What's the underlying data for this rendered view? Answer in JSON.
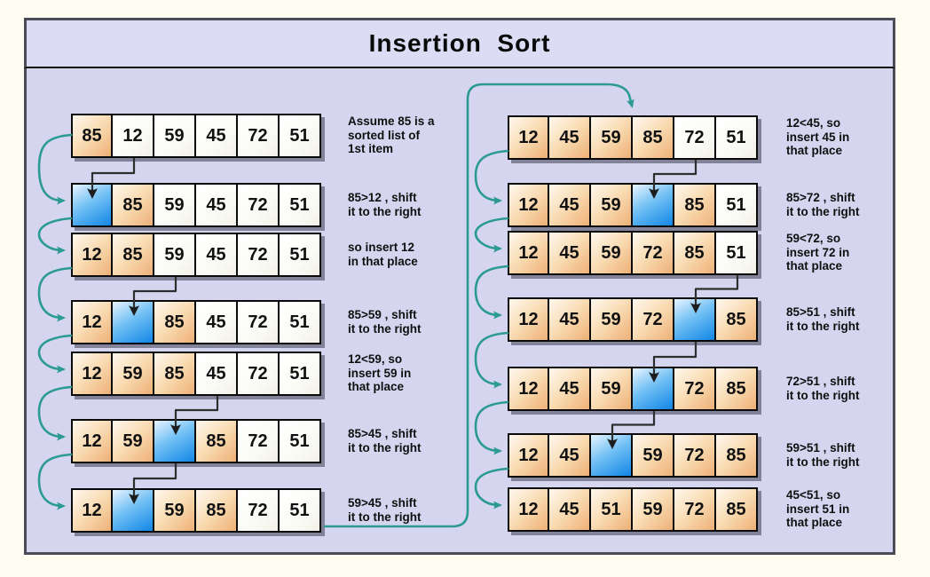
{
  "title": "Insertion  Sort",
  "colors": {
    "background_lavender": "#d5d5ef",
    "cell_orange": "#f2bd85",
    "cell_white": "#fbfbf6",
    "gap_blue": "#1186e6",
    "flow_arrow_teal": "#2b9a93",
    "shift_arrow_dark": "#222222",
    "frame_border": "#4c4c58"
  },
  "left": {
    "rows": [
      {
        "cells": [
          {
            "v": "85",
            "t": "sorted"
          },
          {
            "v": "12",
            "t": "plain"
          },
          {
            "v": "59",
            "t": "plain"
          },
          {
            "v": "45",
            "t": "plain"
          },
          {
            "v": "72",
            "t": "plain"
          },
          {
            "v": "51",
            "t": "plain"
          }
        ],
        "note": "Assume 85 is a\nsorted list of\n1st item"
      },
      {
        "cells": [
          {
            "v": "",
            "t": "gap"
          },
          {
            "v": "85",
            "t": "sorted"
          },
          {
            "v": "59",
            "t": "plain"
          },
          {
            "v": "45",
            "t": "plain"
          },
          {
            "v": "72",
            "t": "plain"
          },
          {
            "v": "51",
            "t": "plain"
          }
        ],
        "note": "85>12 , shift\nit to the right"
      },
      {
        "cells": [
          {
            "v": "12",
            "t": "sorted"
          },
          {
            "v": "85",
            "t": "sorted"
          },
          {
            "v": "59",
            "t": "plain"
          },
          {
            "v": "45",
            "t": "plain"
          },
          {
            "v": "72",
            "t": "plain"
          },
          {
            "v": "51",
            "t": "plain"
          }
        ],
        "note": "so insert 12\nin that place"
      },
      {
        "cells": [
          {
            "v": "12",
            "t": "sorted"
          },
          {
            "v": "",
            "t": "gap"
          },
          {
            "v": "85",
            "t": "sorted"
          },
          {
            "v": "45",
            "t": "plain"
          },
          {
            "v": "72",
            "t": "plain"
          },
          {
            "v": "51",
            "t": "plain"
          }
        ],
        "note": "85>59 , shift\nit to the right"
      },
      {
        "cells": [
          {
            "v": "12",
            "t": "sorted"
          },
          {
            "v": "59",
            "t": "sorted"
          },
          {
            "v": "85",
            "t": "sorted"
          },
          {
            "v": "45",
            "t": "plain"
          },
          {
            "v": "72",
            "t": "plain"
          },
          {
            "v": "51",
            "t": "plain"
          }
        ],
        "note": "12<59, so\ninsert 59 in\nthat place"
      },
      {
        "cells": [
          {
            "v": "12",
            "t": "sorted"
          },
          {
            "v": "59",
            "t": "sorted"
          },
          {
            "v": "",
            "t": "gap"
          },
          {
            "v": "85",
            "t": "sorted"
          },
          {
            "v": "72",
            "t": "plain"
          },
          {
            "v": "51",
            "t": "plain"
          }
        ],
        "note": "85>45 , shift\nit to the right"
      },
      {
        "cells": [
          {
            "v": "12",
            "t": "sorted"
          },
          {
            "v": "",
            "t": "gap"
          },
          {
            "v": "59",
            "t": "sorted"
          },
          {
            "v": "85",
            "t": "sorted"
          },
          {
            "v": "72",
            "t": "plain"
          },
          {
            "v": "51",
            "t": "plain"
          }
        ],
        "note": "59>45 , shift\nit to the right"
      }
    ]
  },
  "right": {
    "rows": [
      {
        "cells": [
          {
            "v": "12",
            "t": "sorted"
          },
          {
            "v": "45",
            "t": "sorted"
          },
          {
            "v": "59",
            "t": "sorted"
          },
          {
            "v": "85",
            "t": "sorted"
          },
          {
            "v": "72",
            "t": "plain"
          },
          {
            "v": "51",
            "t": "plain"
          }
        ],
        "note": "12<45, so\ninsert 45 in\nthat place"
      },
      {
        "cells": [
          {
            "v": "12",
            "t": "sorted"
          },
          {
            "v": "45",
            "t": "sorted"
          },
          {
            "v": "59",
            "t": "sorted"
          },
          {
            "v": "",
            "t": "gap"
          },
          {
            "v": "85",
            "t": "sorted"
          },
          {
            "v": "51",
            "t": "plain"
          }
        ],
        "note": "85>72 , shift\nit to the right"
      },
      {
        "cells": [
          {
            "v": "12",
            "t": "sorted"
          },
          {
            "v": "45",
            "t": "sorted"
          },
          {
            "v": "59",
            "t": "sorted"
          },
          {
            "v": "72",
            "t": "sorted"
          },
          {
            "v": "85",
            "t": "sorted"
          },
          {
            "v": "51",
            "t": "plain"
          }
        ],
        "note": "59<72, so\ninsert 72 in\nthat place"
      },
      {
        "cells": [
          {
            "v": "12",
            "t": "sorted"
          },
          {
            "v": "45",
            "t": "sorted"
          },
          {
            "v": "59",
            "t": "sorted"
          },
          {
            "v": "72",
            "t": "sorted"
          },
          {
            "v": "",
            "t": "gap"
          },
          {
            "v": "85",
            "t": "sorted"
          }
        ],
        "note": "85>51 , shift\nit to the right"
      },
      {
        "cells": [
          {
            "v": "12",
            "t": "sorted"
          },
          {
            "v": "45",
            "t": "sorted"
          },
          {
            "v": "59",
            "t": "sorted"
          },
          {
            "v": "",
            "t": "gap"
          },
          {
            "v": "72",
            "t": "sorted"
          },
          {
            "v": "85",
            "t": "sorted"
          }
        ],
        "note": "72>51 , shift\nit to the right"
      },
      {
        "cells": [
          {
            "v": "12",
            "t": "sorted"
          },
          {
            "v": "45",
            "t": "sorted"
          },
          {
            "v": "",
            "t": "gap"
          },
          {
            "v": "59",
            "t": "sorted"
          },
          {
            "v": "72",
            "t": "sorted"
          },
          {
            "v": "85",
            "t": "sorted"
          }
        ],
        "note": "59>51 , shift\nit to the right"
      },
      {
        "cells": [
          {
            "v": "12",
            "t": "sorted"
          },
          {
            "v": "45",
            "t": "sorted"
          },
          {
            "v": "51",
            "t": "sorted"
          },
          {
            "v": "59",
            "t": "sorted"
          },
          {
            "v": "72",
            "t": "sorted"
          },
          {
            "v": "85",
            "t": "sorted"
          }
        ],
        "note": "45<51, so\ninsert 51 in\nthat place"
      }
    ]
  }
}
